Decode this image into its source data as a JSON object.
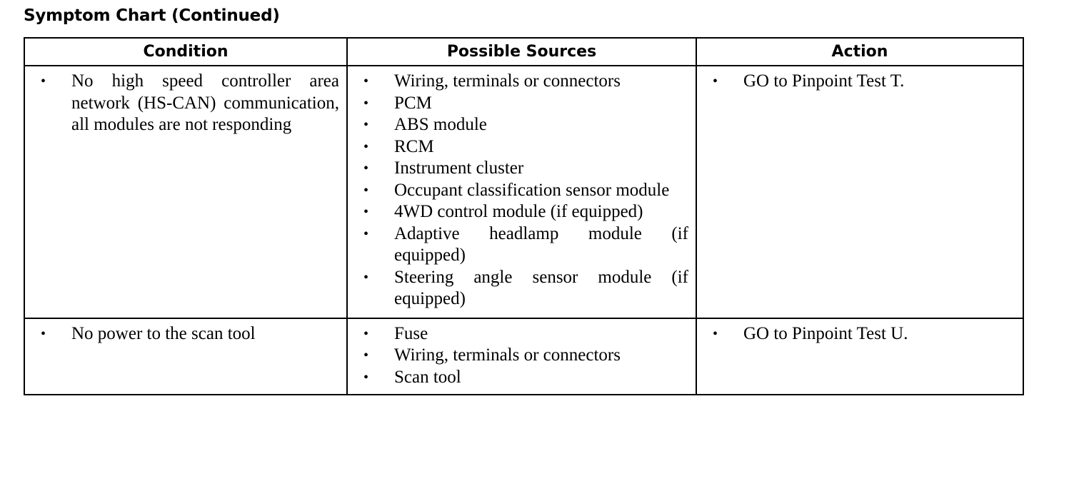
{
  "document": {
    "title": "Symptom Chart (Continued)"
  },
  "table": {
    "headers": {
      "condition": "Condition",
      "possible_sources": "Possible Sources",
      "action": "Action"
    },
    "rows": [
      {
        "condition": [
          "No high speed controller area network (HS-CAN) communication, all modules are not responding"
        ],
        "possible_sources": [
          "Wiring, terminals or connectors",
          "PCM",
          "ABS module",
          "RCM",
          "Instrument cluster",
          "Occupant classification sensor module",
          "4WD control module (if equipped)",
          "Adaptive headlamp module (if equipped)",
          "Steering angle sensor module (if equipped)"
        ],
        "action": [
          "GO to Pinpoint Test T."
        ]
      },
      {
        "condition": [
          "No power to the scan tool"
        ],
        "possible_sources": [
          "Fuse",
          "Wiring, terminals or connectors",
          "Scan tool"
        ],
        "action": [
          "GO to Pinpoint Test U."
        ]
      }
    ]
  }
}
